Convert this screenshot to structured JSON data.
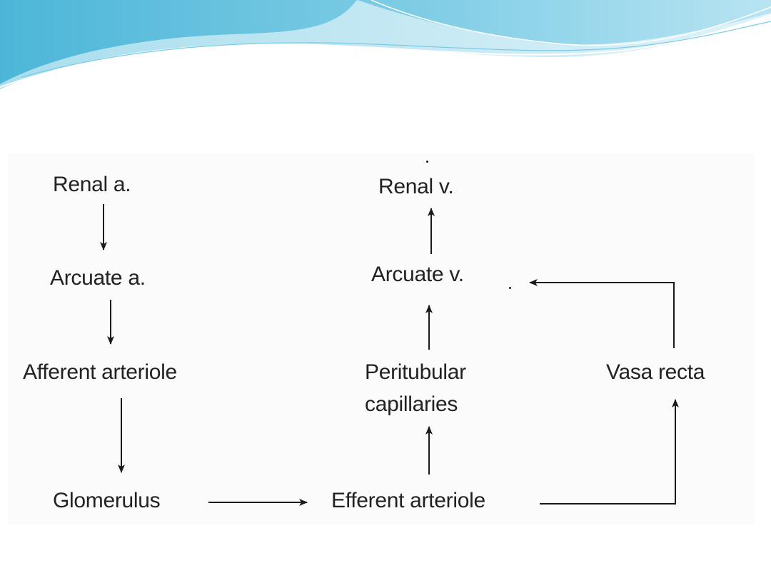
{
  "diagram": {
    "nodes": {
      "renal_artery": "Renal a.",
      "arcuate_artery": "Arcuate a.",
      "afferent_arteriole": "Afferent arteriole",
      "glomerulus": "Glomerulus",
      "efferent_arteriole": "Efferent arteriole",
      "peritubular_capillaries_line1": "Peritubular",
      "peritubular_capillaries_line2": "capillaries",
      "vasa_recta": "Vasa recta",
      "arcuate_vein": "Arcuate v.",
      "renal_vein": "Renal v."
    },
    "edges": [
      {
        "from": "Renal a.",
        "to": "Arcuate a."
      },
      {
        "from": "Arcuate a.",
        "to": "Afferent arteriole"
      },
      {
        "from": "Afferent arteriole",
        "to": "Glomerulus"
      },
      {
        "from": "Glomerulus",
        "to": "Efferent arteriole"
      },
      {
        "from": "Efferent arteriole",
        "to": "Peritubular capillaries"
      },
      {
        "from": "Efferent arteriole",
        "to": "Vasa recta"
      },
      {
        "from": "Peritubular capillaries",
        "to": "Arcuate v."
      },
      {
        "from": "Vasa recta",
        "to": "Arcuate v."
      },
      {
        "from": "Arcuate v.",
        "to": "Renal v."
      }
    ]
  },
  "theme": {
    "wave_colors": [
      "#5fbfdc",
      "#8fd3e8",
      "#c4e8f3"
    ],
    "text_color": "#222222",
    "arrow_color": "#1a1a1a"
  }
}
